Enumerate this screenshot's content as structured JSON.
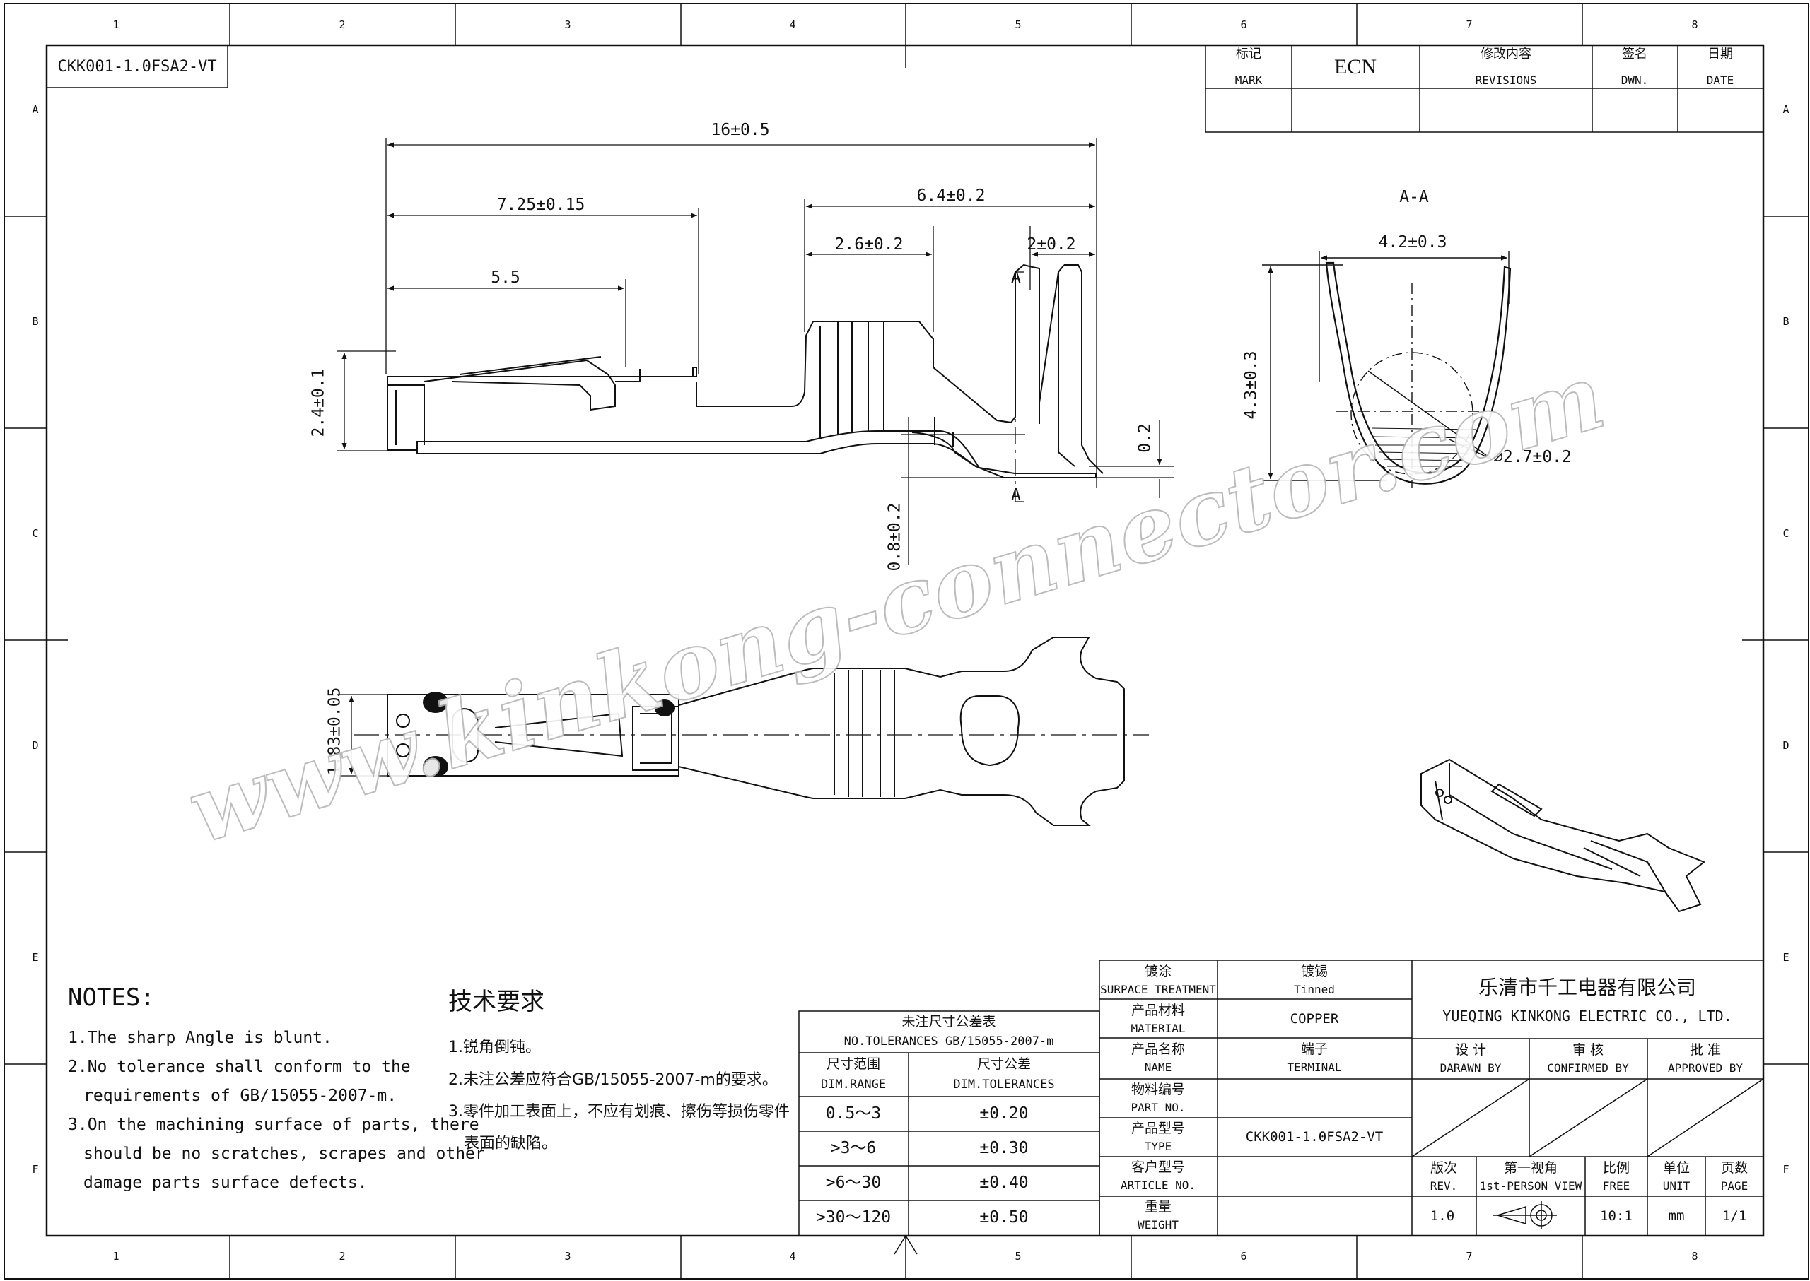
{
  "drawing_id": "CKK001-1.0FSA2-VT",
  "zones": {
    "columns": [
      "1",
      "2",
      "3",
      "4",
      "5",
      "6",
      "7",
      "8"
    ],
    "rows": [
      "A",
      "B",
      "C",
      "D",
      "E",
      "F"
    ]
  },
  "revision_table": {
    "mark_cn": "标记",
    "mark_en": "MARK",
    "ecn": "ECN",
    "revisions_cn": "修改内容",
    "revisions_en": "REVISIONS",
    "dwn_cn": "签名",
    "dwn_en": "DWN.",
    "date_cn": "日期",
    "date_en": "DATE"
  },
  "dimensions": {
    "overall_length": "16±0.5",
    "len_7_25": "7.25±0.15",
    "len_5_5": "5.5",
    "len_6_4": "6.4±0.2",
    "len_2_6": "2.6±0.2",
    "len_2": "2±0.2",
    "height_2_4": "2.4±0.1",
    "thick_0_2": "0.2",
    "offset_0_8": "0.8±0.2",
    "width_1_83": "1.83±0.05",
    "section_width": "4.2±0.3",
    "section_height": "4.3±0.3",
    "section_diameter": "⌀2.7±0.2"
  },
  "section_marks": {
    "title": "A-A",
    "cut_top": "A",
    "cut_bottom": "A"
  },
  "watermark": "www.kinkong-connector.com",
  "notes_en": {
    "title": "NOTES:",
    "l1": "1.The sharp Angle is blunt.",
    "l2a": "2.No tolerance shall conform to the",
    "l2b": "requirements of GB/15055-2007-m.",
    "l3a": "3.On the machining surface of parts, there",
    "l3b": "should be no scratches, scrapes and other",
    "l3c": "damage parts surface defects."
  },
  "notes_cn": {
    "title": "技术要求",
    "l1": "1.锐角倒钝。",
    "l2": "2.未注公差应符合GB/15055-2007-m的要求。",
    "l3a": "3.零件加工表面上，不应有划痕、擦伤等损伤零件",
    "l3b": "表面的缺陷。"
  },
  "tolerance_table": {
    "title_cn": "未注尺寸公差表",
    "title_en": "NO.TOLERANCES GB/15055-2007-m",
    "range_cn": "尺寸范围",
    "range_en": "DIM.RANGE",
    "tol_cn": "尺寸公差",
    "tol_en": "DIM.TOLERANCES",
    "rows": [
      {
        "range": "0.5～3",
        "tol": "±0.20"
      },
      {
        "range": ">3～6",
        "tol": "±0.30"
      },
      {
        "range": ">6～30",
        "tol": "±0.40"
      },
      {
        "range": ">30～120",
        "tol": "±0.50"
      }
    ]
  },
  "title_block": {
    "surface_cn": "镀涂",
    "surface_en": "SURPACE TREATMENT",
    "surface_cn_val": "镀锡",
    "surface_val": "Tinned",
    "material_cn": "产品材料",
    "material_en": "MATERIAL",
    "material_val": "COPPER",
    "name_cn": "产品名称",
    "name_en": "NAME",
    "name_cn_val": "端子",
    "name_val": "TERMINAL",
    "partno_cn": "物料编号",
    "partno_en": "PART NO.",
    "type_cn": "产品型号",
    "type_en": "TYPE",
    "type_val": "CKK001-1.0FSA2-VT",
    "article_cn": "客户型号",
    "article_en": "ARTICLE NO.",
    "weight_cn": "重量",
    "weight_en": "WEIGHT",
    "company_cn": "乐清市千工电器有限公司",
    "company_en": "YUEQING KINKONG ELECTRIC CO., LTD.",
    "drawn_cn": "设 计",
    "drawn_en": "DARAWN BY",
    "confirmed_cn": "审 核",
    "confirmed_en": "CONFIRMED BY",
    "approved_cn": "批 准",
    "approved_en": "APPROVED BY",
    "rev_cn": "版次",
    "rev_en": "REV.",
    "rev_val": "1.0",
    "view_cn": "第一视角",
    "view_en": "1st-PERSON VIEW",
    "scale_cn": "比例",
    "scale_en": "FREE",
    "scale_val": "10:1",
    "unit_cn": "单位",
    "unit_en": "UNIT",
    "unit_val": "mm",
    "page_cn": "页数",
    "page_en": "PAGE",
    "page_val": "1/1"
  }
}
